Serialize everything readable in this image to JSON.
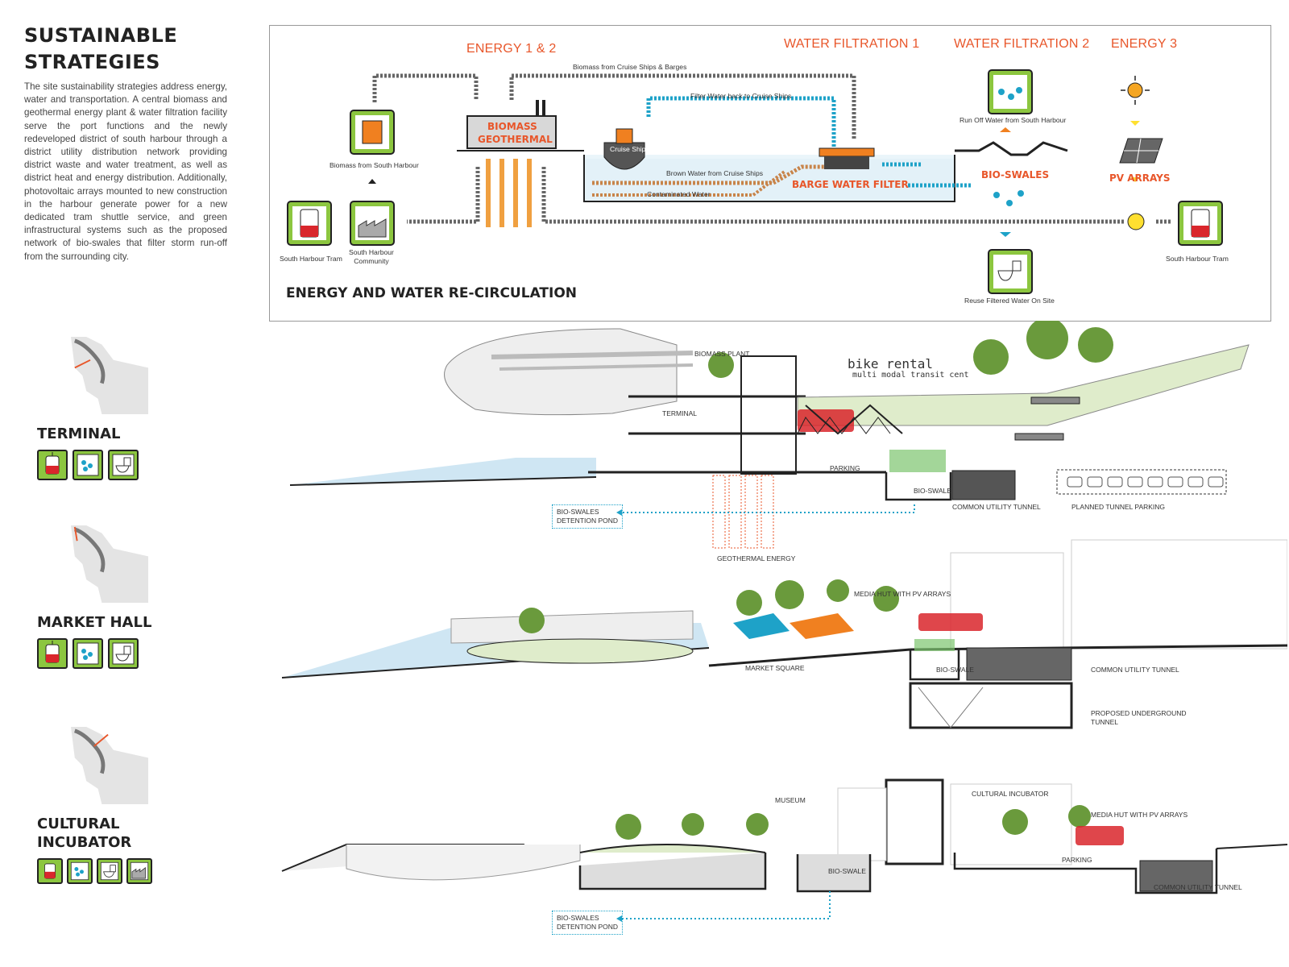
{
  "page": {
    "title_line1": "SUSTAINABLE",
    "title_line2": "STRATEGIES",
    "intro": "The site sustainability strategies address energy, water and transportation. A central biomass and geothermal energy plant & water filtration facility serve the port functions and the newly redeveloped district of south harbour through a district utility distribution network providing district waste and water treatment, as well as district heat and energy distribution. Additionally, photovoltaic arrays mounted to new construction in the harbour generate power for a new dedicated tram shuttle service, and green infrastructural systems such as the proposed network of bio-swales that filter storm run-off from the surrounding city."
  },
  "sections": [
    {
      "title": "TERMINAL",
      "icons": [
        "tram-icon",
        "water-drops-icon",
        "toilet-icon"
      ]
    },
    {
      "title": "MARKET HALL",
      "icons": [
        "tram-icon",
        "water-drops-icon",
        "toilet-icon"
      ]
    },
    {
      "title_line1": "CULTURAL",
      "title_line2": "INCUBATOR",
      "icons": [
        "tram-icon",
        "water-drops-icon",
        "toilet-icon",
        "community-icon"
      ]
    }
  ],
  "diagram": {
    "headers": {
      "energy12": "ENERGY 1 & 2",
      "wf1": "WATER FILTRATION 1",
      "wf2": "WATER FILTRATION 2",
      "energy3": "ENERGY 3"
    },
    "labels": {
      "biomass_cruise": "Biomass from Cruise Ships & Barges",
      "filter_back": "Filter Water back to Cruise Ships",
      "biomass_south": "Biomass from South Harbour",
      "biomass": "BIOMASS",
      "geothermal": "GEOTHERMAL",
      "cruise_ship": "Cruise Ship",
      "brown_water": "Brown Water from Cruise Ships",
      "contaminated": "Contaminated Water",
      "barge_filter": "BARGE WATER FILTER",
      "runoff": "Run Off Water from South Harbour",
      "bioswales": "BIO-SWALES",
      "pv": "PV ARRAYS",
      "tram_left": "South Harbour Tram",
      "community_1": "South Harbour",
      "community_2": "Community",
      "tram_right": "South Harbour Tram",
      "reuse": "Reuse Filtered Water On Site"
    },
    "footer": "ENERGY AND WATER RE-CIRCULATION"
  },
  "section_labels": {
    "s1": {
      "biomass_plant": "BIOMASS PLANT",
      "bike_rental": "bike rental",
      "multimodal": "multi modal transit cent",
      "terminal": "TERMINAL",
      "parking": "PARKING",
      "bioswale": "BIO-SWALE",
      "utility": "COMMON UTILITY TUNNEL",
      "planned": "PLANNED TUNNEL PARKING",
      "pond1": "BIO-SWALES",
      "pond2": "DETENTION POND",
      "geothermal": "GEOTHERMAL ENERGY"
    },
    "s2": {
      "media_hut": "MEDIA HUT WITH PV ARRAYS",
      "market_square": "MARKET SQUARE",
      "bioswale": "BIO-SWALE",
      "utility": "COMMON UTILITY TUNNEL",
      "tunnel1": "PROPOSED UNDERGROUND",
      "tunnel2": "TUNNEL"
    },
    "s3": {
      "museum": "MUSEUM",
      "cultural": "CULTURAL INCUBATOR",
      "media_hut": "MEDIA HUT WITH PV ARRAYS",
      "parking": "PARKING",
      "bioswale": "BIO-SWALE",
      "utility": "COMMON UTILITY TUNNEL",
      "pond1": "BIO-SWALES",
      "pond2": "DETENTION POND"
    }
  },
  "colors": {
    "accent_orange": "#e8562a",
    "green": "#8cc63f",
    "water_blue": "#1ea2c8",
    "brown": "#c8844a",
    "tram_red": "#d9262c"
  }
}
